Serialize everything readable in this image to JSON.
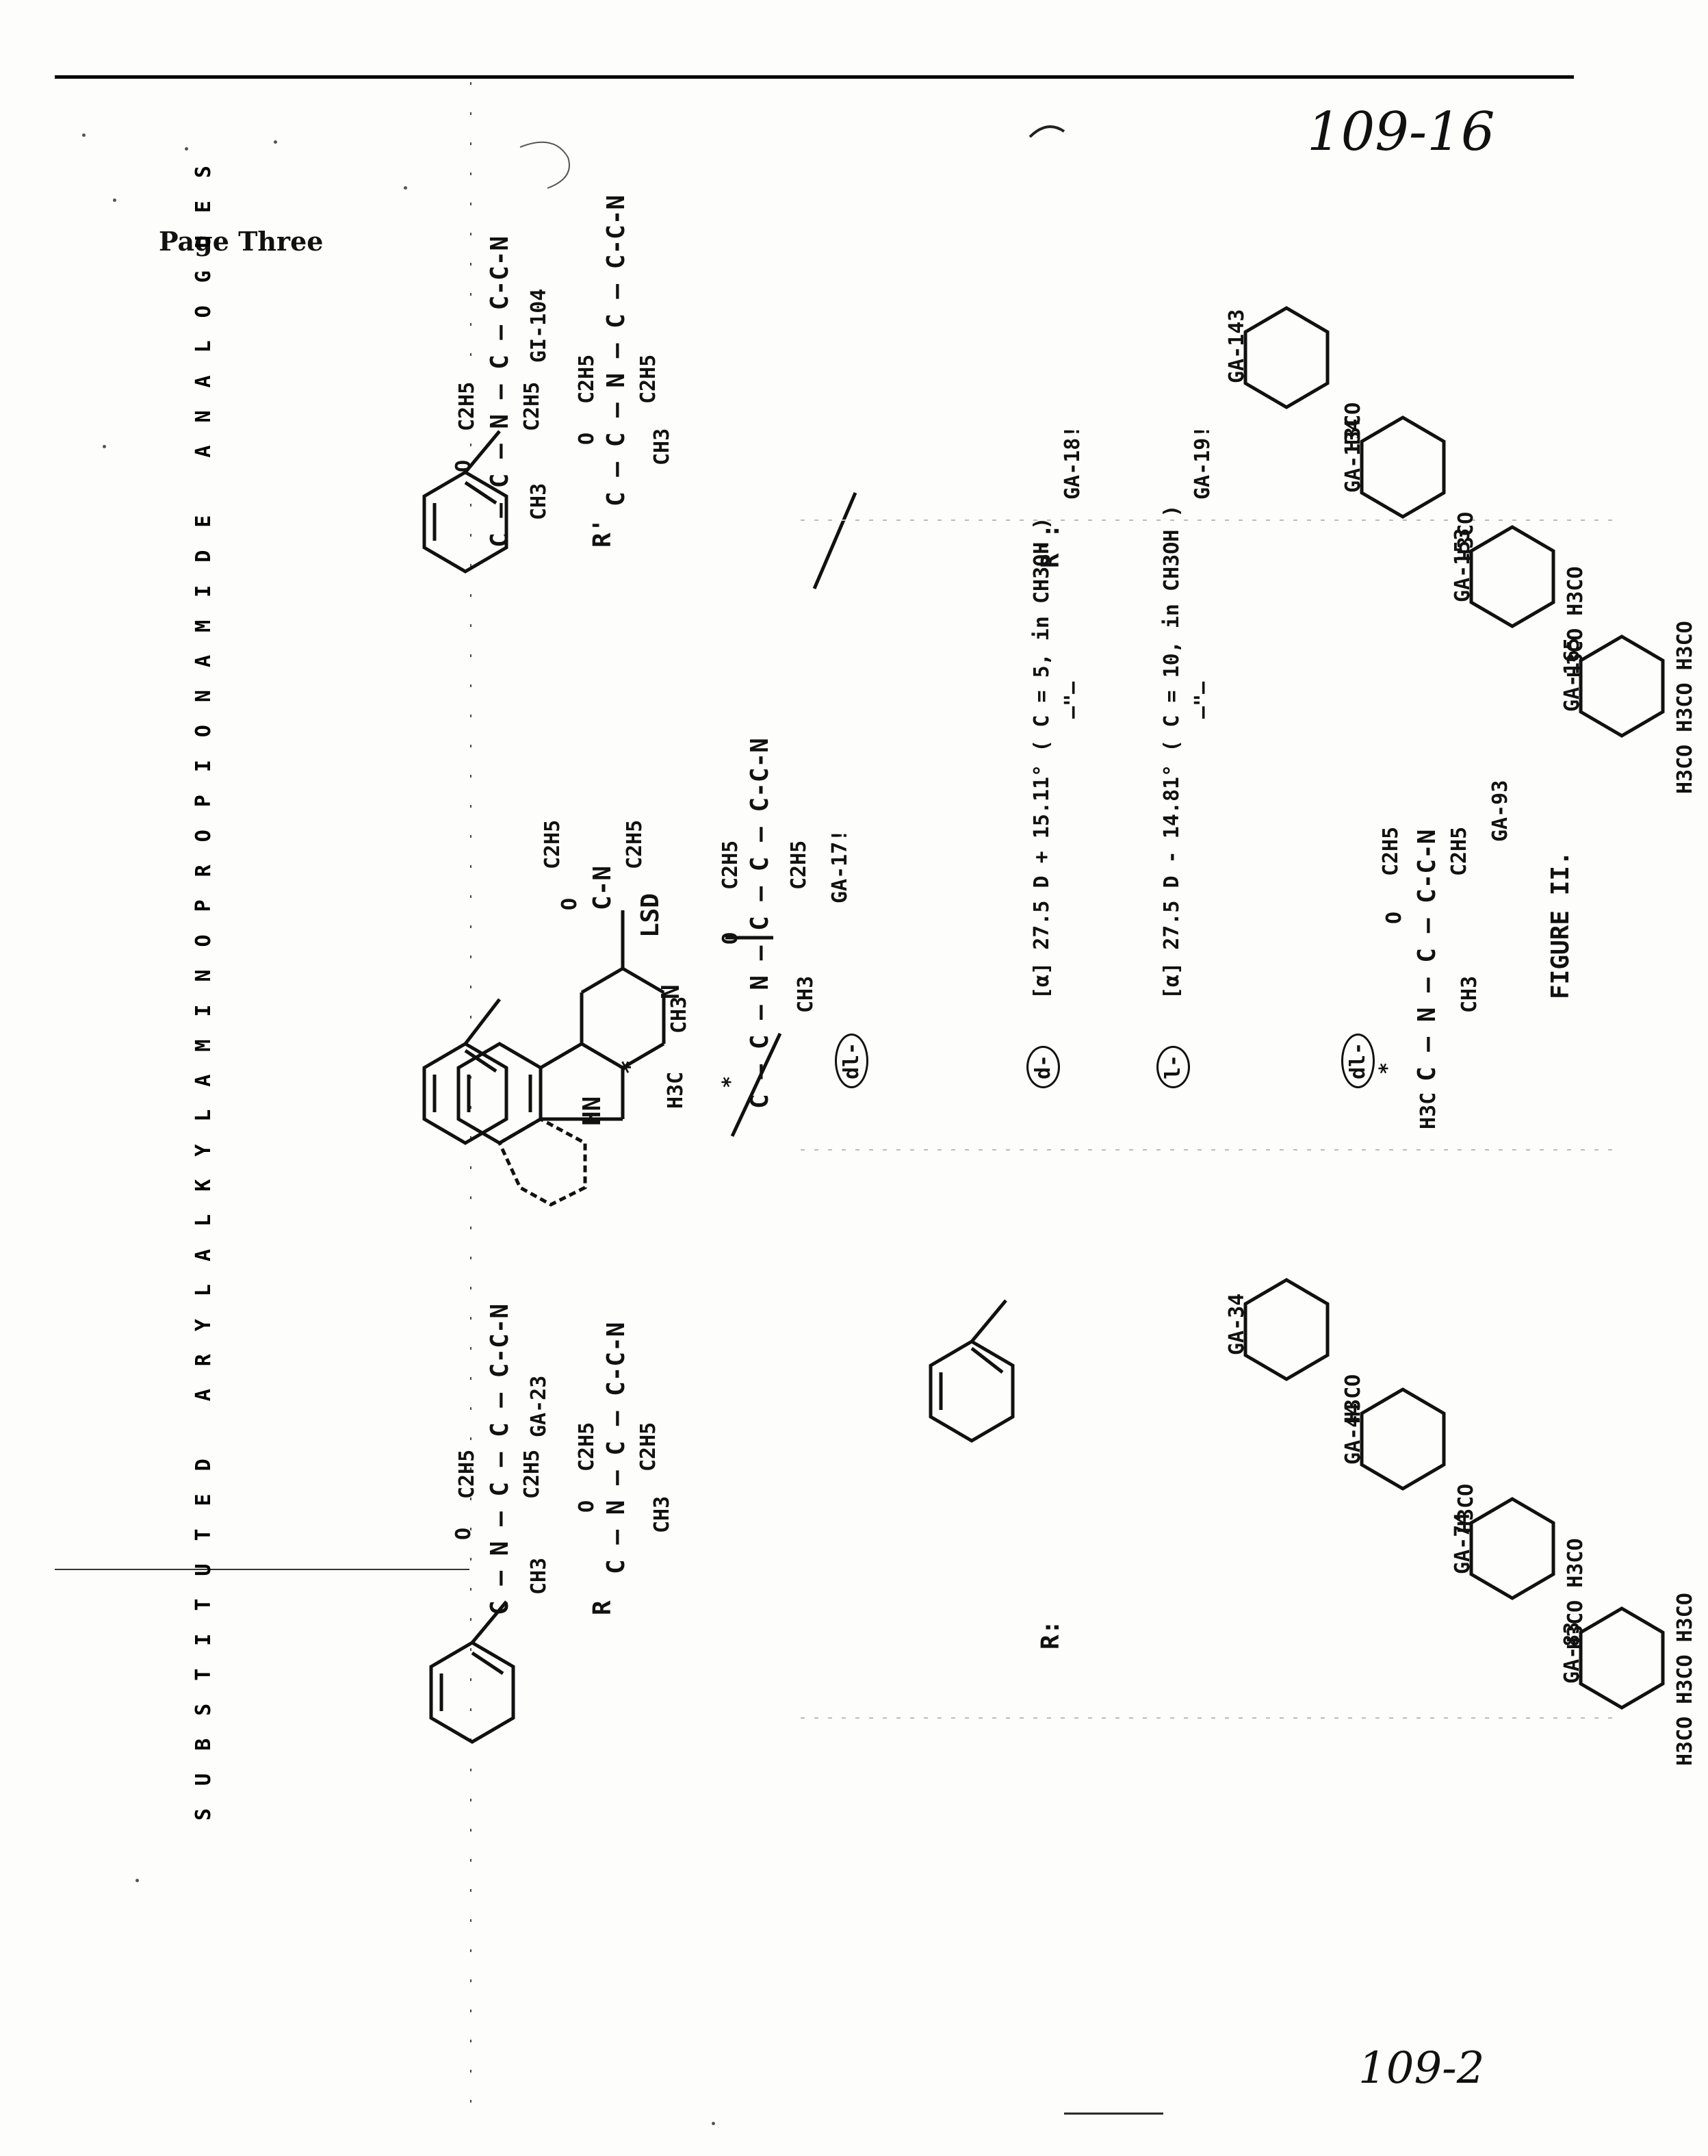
{
  "header": {
    "page_label": "Page Three",
    "ref_top": "109-16",
    "ref_bottom": "109-2"
  },
  "title": "SUBSTITUTED ARYLALKYLAMINOPROPIONAMIDE ANALOGUES",
  "figure_label": "FIGURE II.",
  "lsd": {
    "name": "LSD",
    "hn": "HN",
    "amide": "C-N",
    "n": "N",
    "c2h5_a": "C2H5",
    "c2h5_b": "C2H5",
    "o": "O",
    "ch3": "CH3",
    "star": "*"
  },
  "structures": {
    "top_left": {
      "chain": "C — N — C — C — C-C-N",
      "o": "O",
      "c2h5_a": "C2H5",
      "c2h5_b": "C2H5",
      "ch3": "CH3",
      "code": "GA-23"
    },
    "top_left_r": {
      "r": "R",
      "chain": "C — N — C — C-C-N",
      "o": "O",
      "c2h5_a": "C2H5",
      "c2h5_b": "C2H5",
      "ch3": "CH3",
      "r_label": "R:"
    },
    "middle": {
      "h3c": "H3C",
      "star": "*",
      "chain": "C — C — N — C — C — C-C-N",
      "o": "O",
      "c2h5_a": "C2H5",
      "c2h5_b": "C2H5",
      "ch3": "CH3",
      "code": "GA-17!"
    },
    "middle_lower": {
      "h3c": "H3C",
      "star": "*",
      "chain": "C — N — C — C-C-N",
      "o": "O",
      "c2h5_a": "C2H5",
      "c2h5_b": "C2H5",
      "ch3": "CH3",
      "code": "GA-93"
    },
    "bottom_right": {
      "chain": "C — C — N — C — C-C-N",
      "o": "O",
      "c2h5_a": "C2H5",
      "c2h5_b": "C2H5",
      "ch3": "CH3",
      "code": "GI-104"
    },
    "bottom_right_r": {
      "r": "R'",
      "chain": "C — C — N — C — C-C-N",
      "o": "O",
      "c2h5_a": "C2H5",
      "c2h5_b": "C2H5",
      "ch3": "CH3",
      "r_label": "R':"
    }
  },
  "optical": {
    "dl1": "dl-",
    "d": "d-",
    "l": "l-",
    "dl2": "dl-",
    "d_rotation": "[α] 27.5 D  + 15.11° ( C = 5, in CH3OH )",
    "d_code": "GA-18!",
    "l_rotation": "[α] 27.5 D  - 14.81° ( C = 10, in CH3OH )",
    "l_code": "GA-19!",
    "ditto_a": "—\"—",
    "ditto_b": "—\"—"
  },
  "r_groups_left": [
    {
      "code": "GA-34",
      "subst": "H3CO"
    },
    {
      "code": "GA-44",
      "subst": "H3CO"
    },
    {
      "code": "GA-74",
      "subst": "H3CO  H3CO"
    },
    {
      "code": "GA-83",
      "subst": "H3CO  H3CO  H3CO"
    }
  ],
  "r_groups_right": [
    {
      "code": "GA-143",
      "subst": "H3CO"
    },
    {
      "code": "GA-134",
      "subst": "H3CO"
    },
    {
      "code": "GA-153",
      "subst": "H3CO  H3CO"
    },
    {
      "code": "GA-165",
      "subst": "H3CO  H3CO  H3CO"
    }
  ]
}
